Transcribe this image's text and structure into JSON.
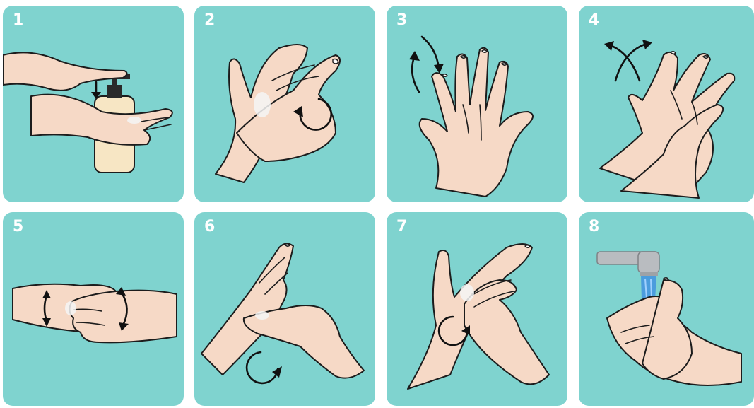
{
  "steps": [
    {
      "number": "1",
      "icon": "soap-dispenser-icon"
    },
    {
      "number": "2",
      "icon": "palm-to-palm-icon"
    },
    {
      "number": "3",
      "icon": "interlaced-fingers-icon"
    },
    {
      "number": "4",
      "icon": "back-of-hand-icon"
    },
    {
      "number": "5",
      "icon": "interlocked-fingers-icon"
    },
    {
      "number": "6",
      "icon": "thumb-rub-icon"
    },
    {
      "number": "7",
      "icon": "fingertips-palm-icon"
    },
    {
      "number": "8",
      "icon": "rinse-faucet-icon"
    }
  ],
  "colors": {
    "panel": "#7fd3cf",
    "number": "#ffffff",
    "skin": "#f6d9c6",
    "outline": "#1c1c1c",
    "soap": "#f7e6c4",
    "water": "#3f8fe0",
    "faucet": "#b9bcc0"
  }
}
